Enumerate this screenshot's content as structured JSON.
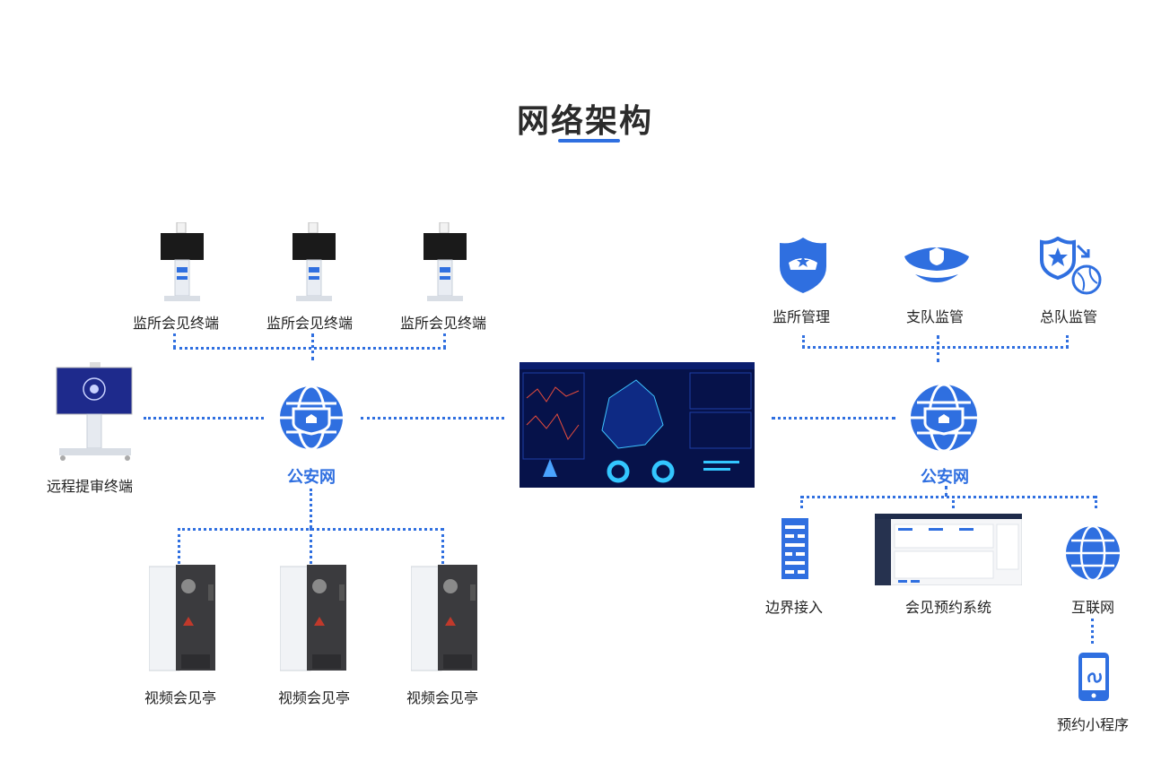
{
  "title": "网络架构",
  "left": {
    "terminals": [
      {
        "label": "监所会见终端"
      },
      {
        "label": "监所会见终端"
      },
      {
        "label": "监所会见终端"
      }
    ],
    "remote": {
      "label": "远程提审终端"
    },
    "network": {
      "label": "公安网"
    },
    "booths": [
      {
        "label": "视频会见亭"
      },
      {
        "label": "视频会见亭"
      },
      {
        "label": "视频会见亭"
      }
    ]
  },
  "right": {
    "supervision": [
      {
        "label": "监所管理",
        "icon": "police-badge-icon"
      },
      {
        "label": "支队监管",
        "icon": "police-cap-icon"
      },
      {
        "label": "总队监管",
        "icon": "shield-globe-icon"
      }
    ],
    "network": {
      "label": "公安网"
    },
    "services": [
      {
        "label": "边界接入",
        "icon": "firewall-icon"
      },
      {
        "label": "会见预约系统",
        "icon": "web-app-screenshot"
      },
      {
        "label": "互联网",
        "icon": "globe-icon"
      }
    ],
    "miniapp": {
      "label": "预约小程序",
      "icon": "mini-program-phone-icon"
    }
  },
  "colors": {
    "accent": "#2f6fe0",
    "text": "#222222",
    "title": "#2b2b2b",
    "screen_bg": "#06124a"
  }
}
